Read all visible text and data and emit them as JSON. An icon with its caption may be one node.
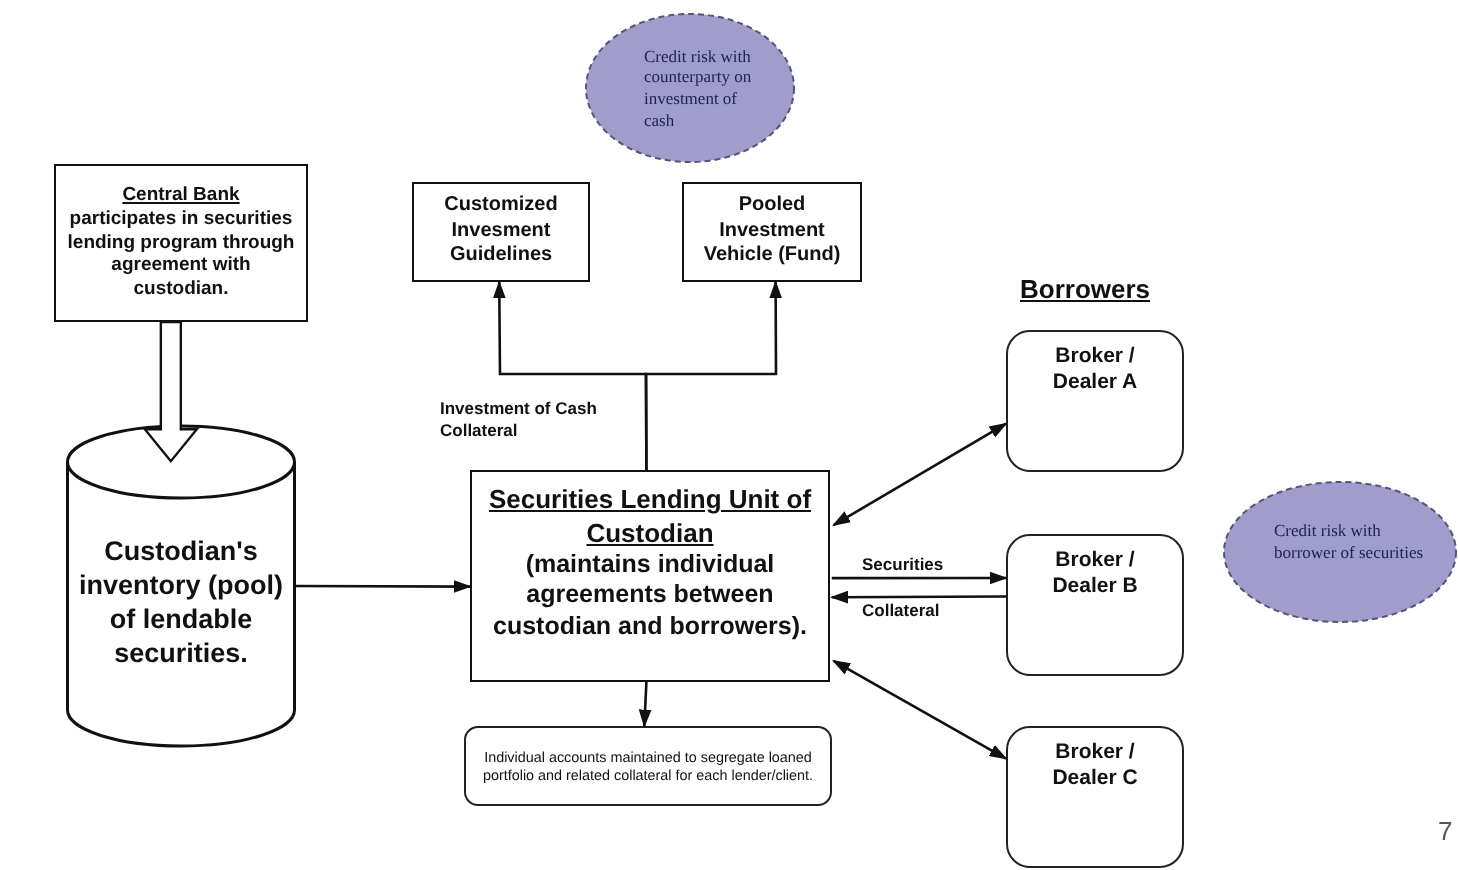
{
  "diagram": {
    "nodes": [
      {
        "text": [
          "Central Bank",
          "participates in securities lending program through agreement with custodian."
        ]
      },
      {
        "text": [
          "Custodian's inventory (pool) of lendable securities."
        ]
      },
      {
        "text": [
          "Securities Lending Unit of Custodian",
          "(maintains individual agreements between custodian and borrowers)."
        ]
      },
      {
        "text": [
          "Customized Invesment Guidelines"
        ]
      },
      {
        "text": [
          "Pooled Investment Vehicle (Fund)"
        ]
      },
      {
        "text": [
          "Credit risk with counterparty on investment of cash"
        ]
      },
      {
        "text": [
          "Individual accounts maintained to segregate loaned portfolio and related collateral for each lender/client."
        ]
      },
      {
        "text": [
          "Broker / Dealer A"
        ]
      },
      {
        "text": [
          "Broker / Dealer B"
        ]
      },
      {
        "text": [
          "Broker / Dealer C"
        ]
      },
      {
        "text": [
          "Credit risk with borrower of securities"
        ]
      }
    ],
    "edges": [
      {
        "from": 0,
        "to": 1,
        "arrow": "to",
        "style": "thick"
      },
      {
        "from": 1,
        "to": 2,
        "arrow": "to"
      },
      {
        "from": 2,
        "to": 3,
        "arrow": "to",
        "label": "Investment of Cash Collateral"
      },
      {
        "from": 2,
        "to": 4,
        "arrow": "to"
      },
      {
        "from": 2,
        "to": 6,
        "arrow": "to"
      },
      {
        "from": 2,
        "to": 7,
        "arrow": "both"
      },
      {
        "from": 2,
        "to": 8,
        "arrow": "to",
        "label": "Securities"
      },
      {
        "from": 8,
        "to": 2,
        "arrow": "to",
        "label": "Collateral"
      },
      {
        "from": 2,
        "to": 9,
        "arrow": "both"
      }
    ],
    "labels": [
      "Borrowers",
      "7"
    ]
  }
}
